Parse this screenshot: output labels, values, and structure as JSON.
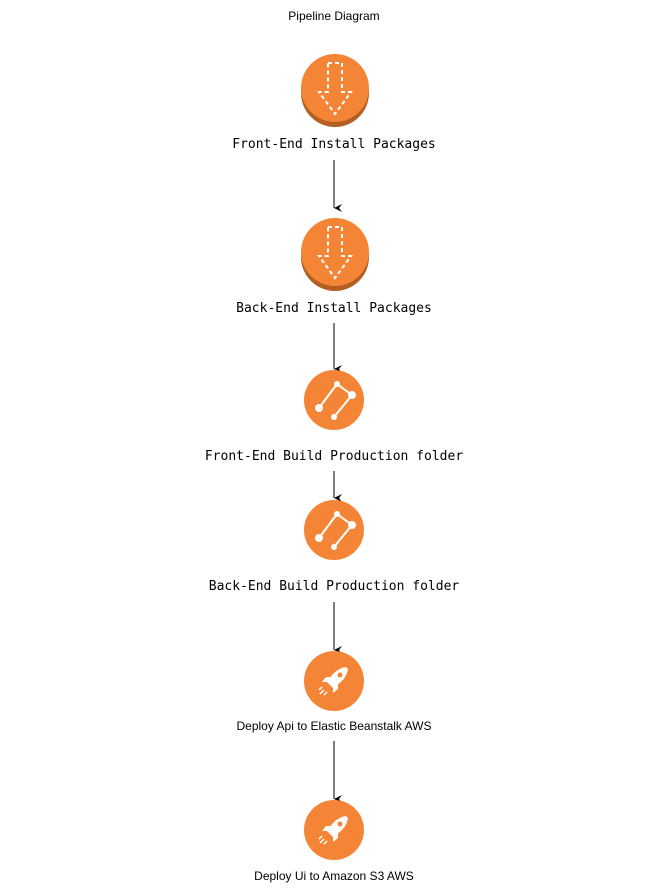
{
  "title": "Pipeline Diagram",
  "colors": {
    "orange": "#F58536",
    "orange_dark": "#B35F21",
    "icon_glyph": "#FFFFFF",
    "edge": "#000000"
  },
  "nodes": [
    {
      "id": "frontend-install",
      "label": "Front-End Install Packages",
      "icon": "download-arrow-icon"
    },
    {
      "id": "backend-install",
      "label": "Back-End Install Packages",
      "icon": "download-arrow-icon"
    },
    {
      "id": "frontend-build",
      "label": "Front-End Build Production folder",
      "icon": "build-graph-icon"
    },
    {
      "id": "backend-build",
      "label": "Back-End Build Production folder",
      "icon": "build-graph-icon"
    },
    {
      "id": "deploy-api",
      "label": "Deploy Api to Elastic Beanstalk AWS",
      "icon": "rocket-icon"
    },
    {
      "id": "deploy-ui",
      "label": "Deploy Ui to Amazon S3 AWS",
      "icon": "rocket-icon"
    }
  ],
  "edges": [
    {
      "from": "frontend-install",
      "to": "backend-install"
    },
    {
      "from": "backend-install",
      "to": "frontend-build"
    },
    {
      "from": "frontend-build",
      "to": "backend-build"
    },
    {
      "from": "backend-build",
      "to": "deploy-api"
    },
    {
      "from": "deploy-api",
      "to": "deploy-ui"
    }
  ]
}
